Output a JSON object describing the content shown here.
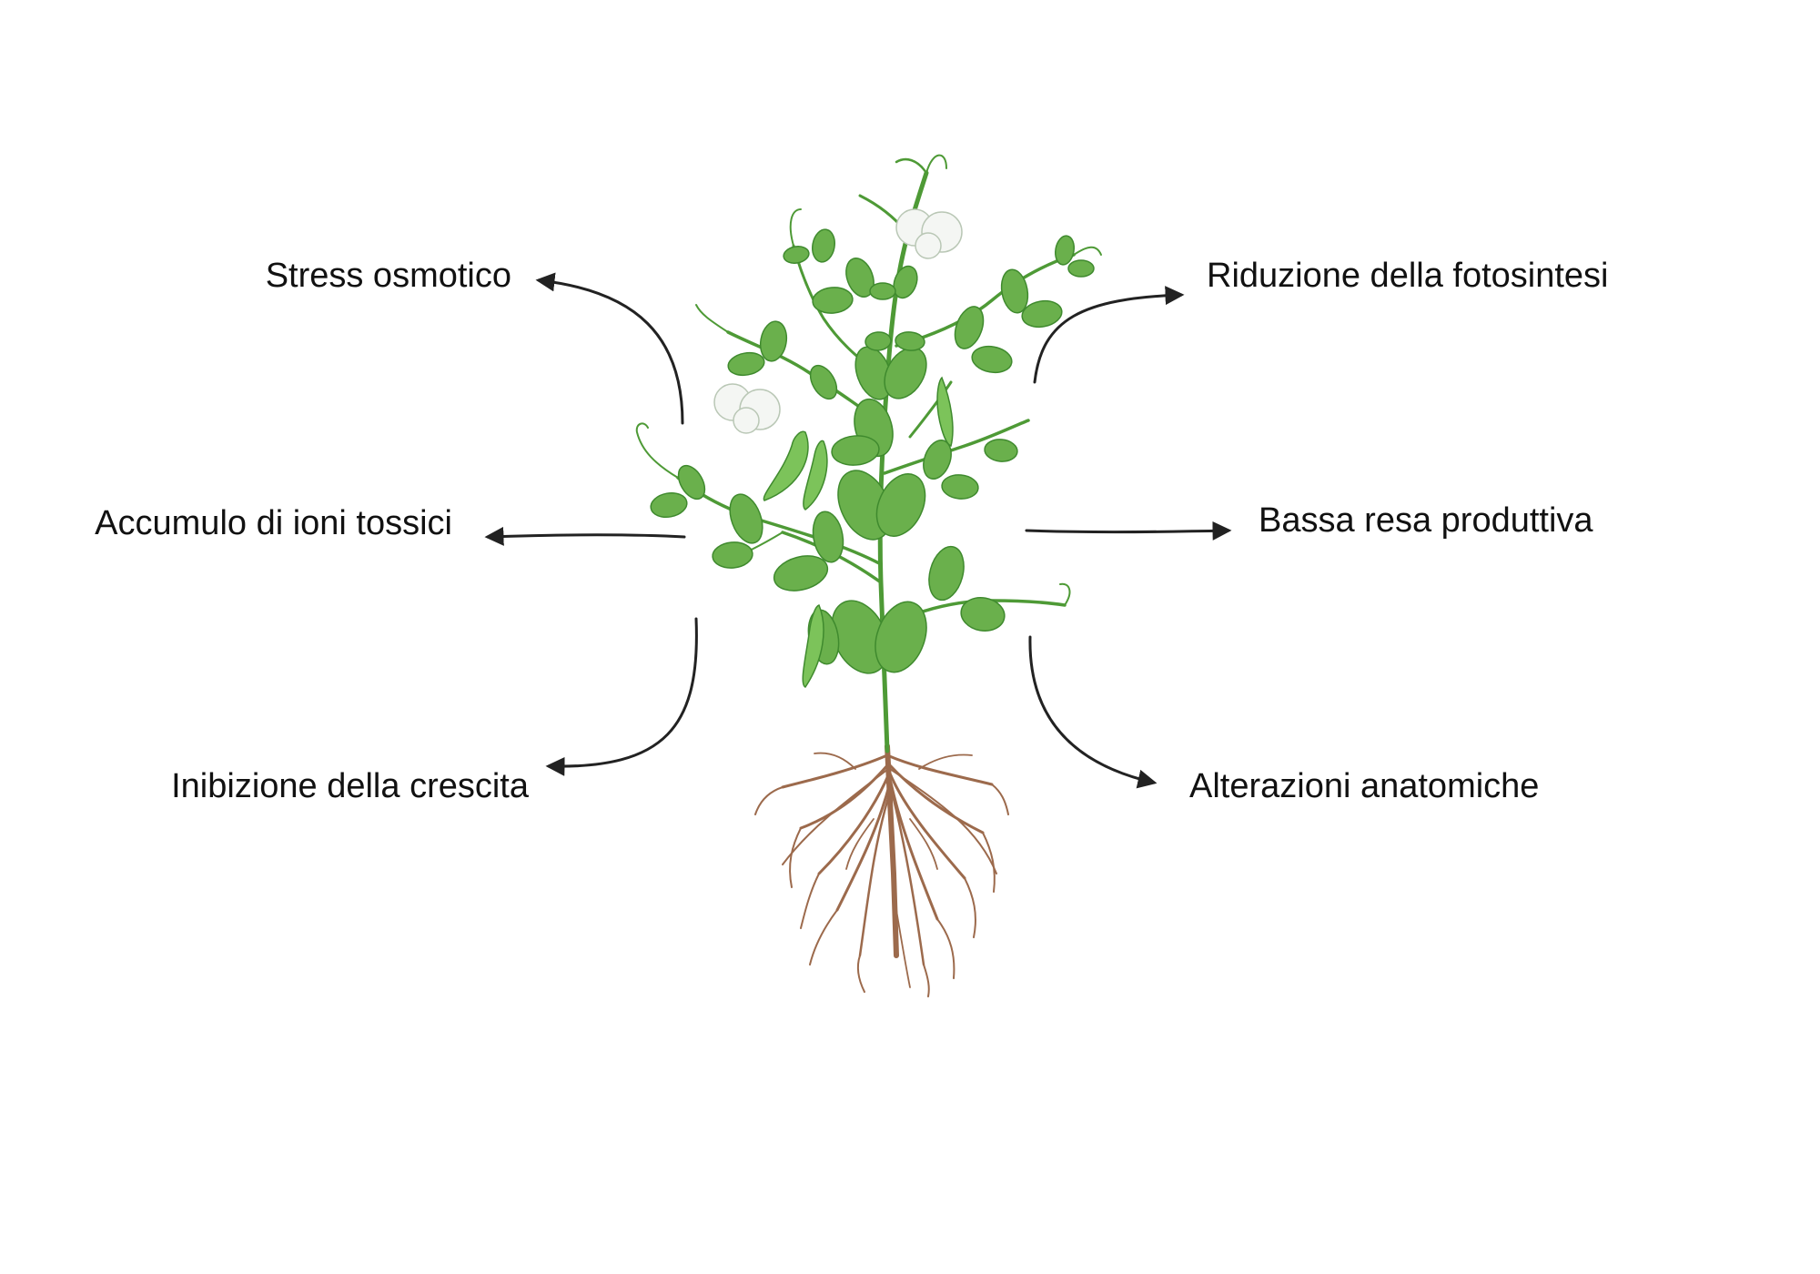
{
  "diagram": {
    "left_effects": [
      {
        "label": "Stress osmotico"
      },
      {
        "label": "Accumulo di ioni tossici"
      },
      {
        "label": "Inibizione della crescita"
      }
    ],
    "right_effects": [
      {
        "label": "Riduzione della fotosintesi"
      },
      {
        "label": "Bassa resa produttiva"
      },
      {
        "label": "Alterazioni anatomiche"
      }
    ]
  },
  "colors": {
    "background": "#ffffff",
    "text": "#111111",
    "arrow": "#222222",
    "stem": "#4e9a36",
    "leaf": "#6ab04c",
    "leaf_dark": "#3f8a2e",
    "leaf_vein": "#3d7f2a",
    "pod": "#7cc35a",
    "flower": "#f4f6f3",
    "flower_edge": "#b9c7b5",
    "root": "#9c6a4c"
  }
}
